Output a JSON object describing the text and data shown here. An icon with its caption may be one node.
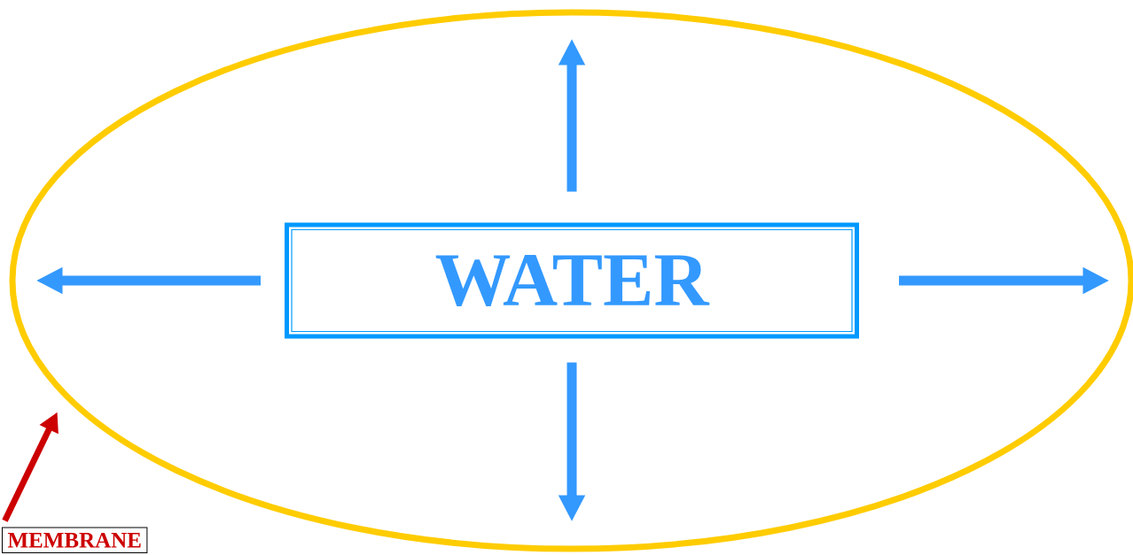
{
  "diagram": {
    "nodes": [
      {
        "text": [],
        "shape": "ellipse"
      },
      {
        "text": [
          "WATER"
        ],
        "in": 0
      },
      {
        "text": [
          "MEMBRANE"
        ]
      }
    ],
    "edges": [
      {
        "from": 1,
        "to": 0,
        "arrow": "to"
      },
      {
        "from": 1,
        "to": 0,
        "arrow": "to"
      },
      {
        "from": 1,
        "to": 0,
        "arrow": "to"
      },
      {
        "from": 1,
        "to": 0,
        "arrow": "to"
      },
      {
        "from": 2,
        "to": 0,
        "arrow": "to",
        "color": "#cc0000"
      }
    ]
  }
}
